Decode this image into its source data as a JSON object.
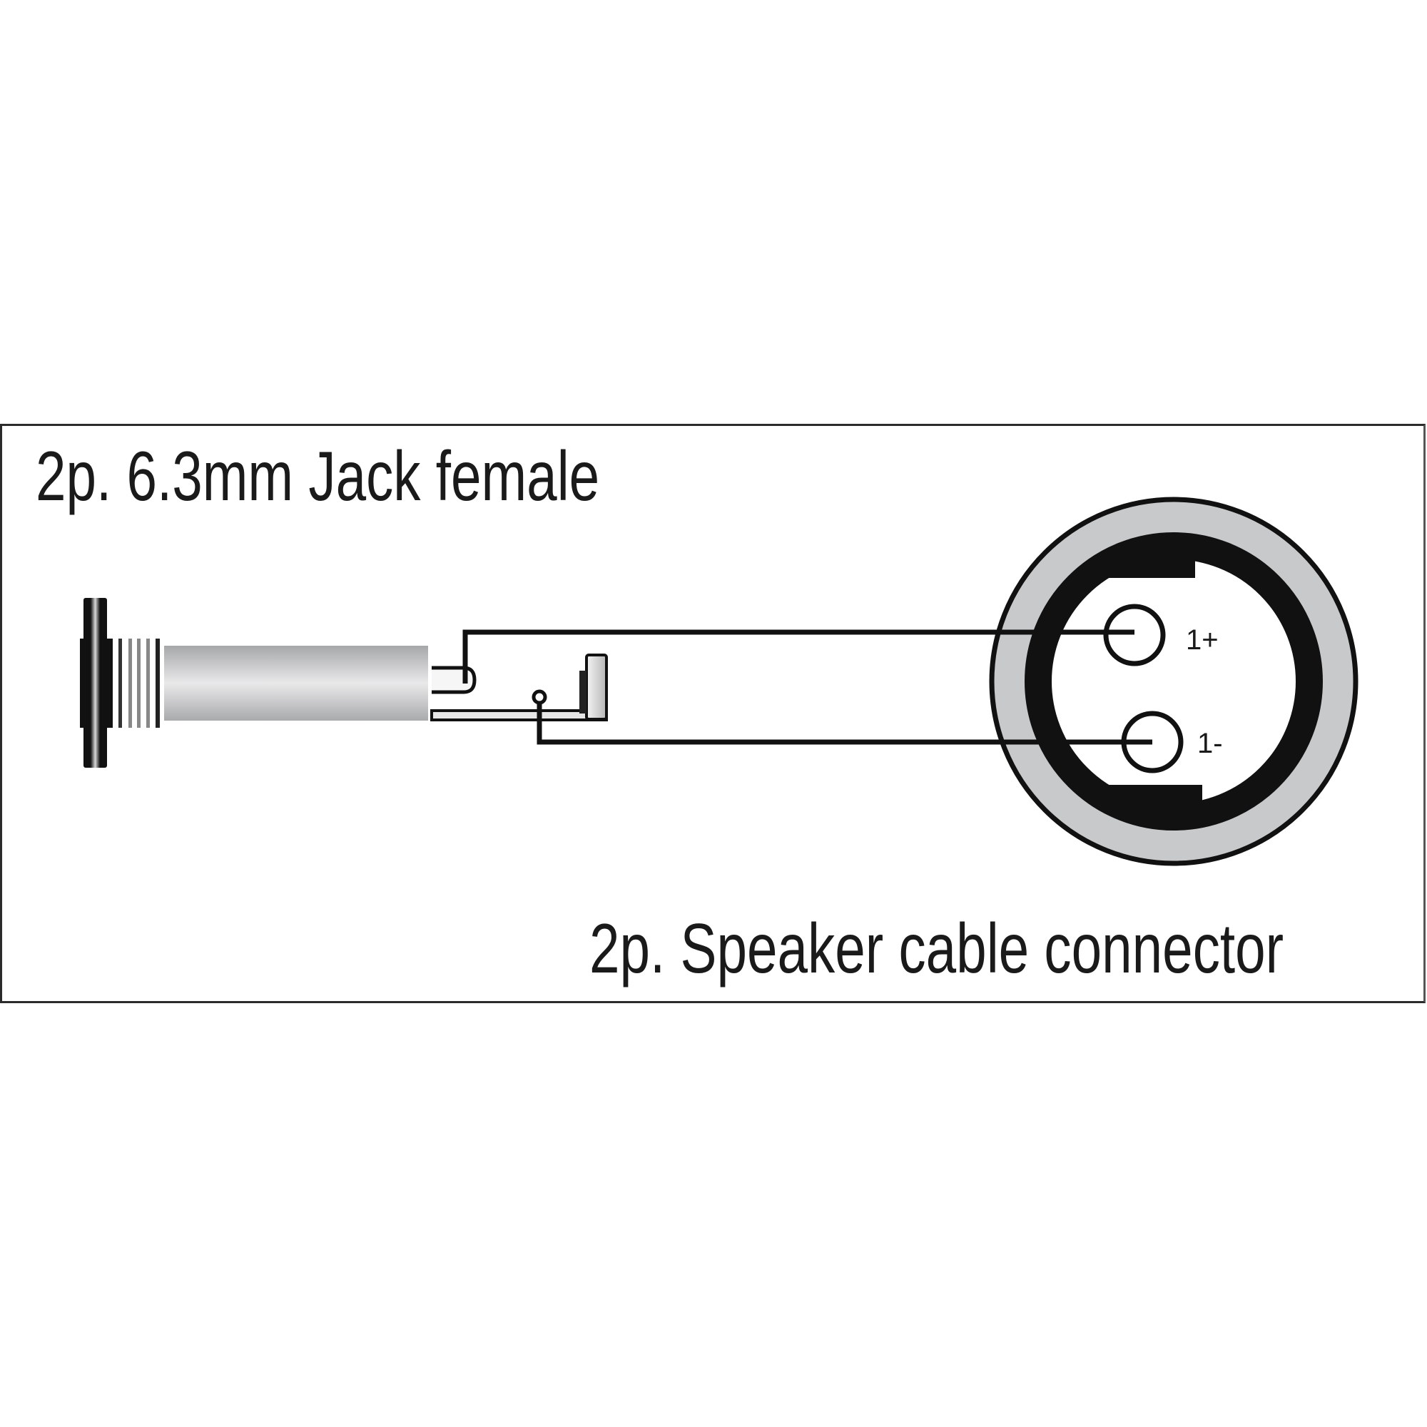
{
  "diagram": {
    "title_left": "2p. 6.3mm Jack female",
    "title_right": "2p. Speaker cable connector",
    "connectors": {
      "jack": {
        "name": "6.3mm Jack female",
        "poles": 2,
        "contacts": [
          "tip",
          "sleeve"
        ]
      },
      "speaker": {
        "name": "Speaker cable connector",
        "poles": 2,
        "pins": [
          {
            "label": "1+"
          },
          {
            "label": "1-"
          }
        ]
      }
    },
    "wiring": [
      {
        "from": "tip",
        "to": "1+"
      },
      {
        "from": "sleeve",
        "to": "1-"
      }
    ],
    "colors": {
      "line": "#111111",
      "ring_gray": "#c8c9cb",
      "border": "#2b2b2b",
      "background": "#ffffff"
    }
  }
}
